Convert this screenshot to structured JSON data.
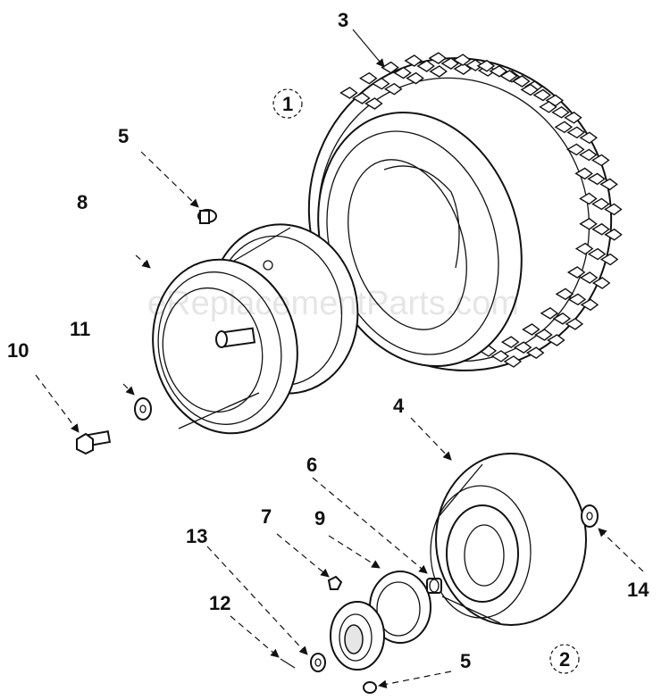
{
  "watermark": "eReplacementParts.com",
  "callouts": {
    "c1": "1",
    "c2": "2",
    "c3": "3",
    "c4": "4",
    "c5a": "5",
    "c5b": "5",
    "c6": "6",
    "c7": "7",
    "c8": "8",
    "c9": "9",
    "c10": "10",
    "c11": "11",
    "c12": "12",
    "c13": "13",
    "c14": "14"
  }
}
